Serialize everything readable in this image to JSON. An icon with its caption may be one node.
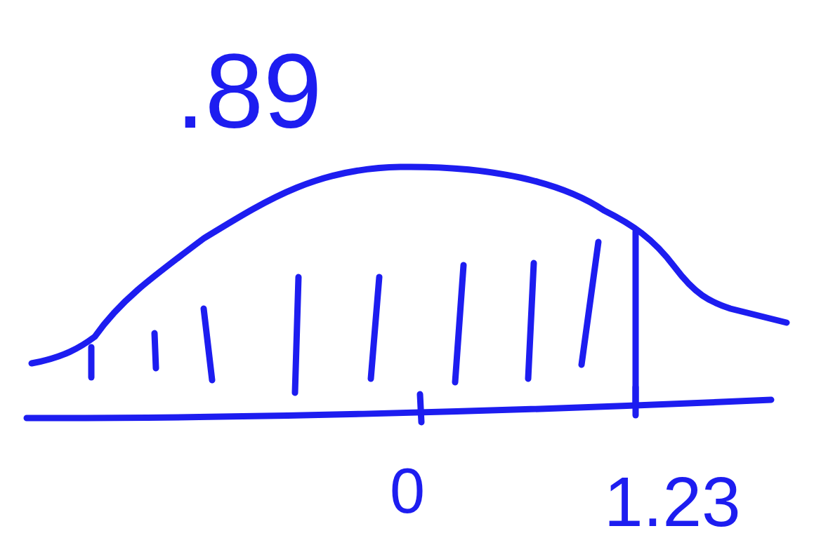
{
  "diagram": {
    "labels": [
      ".89",
      "0",
      "1.23"
    ]
  }
}
